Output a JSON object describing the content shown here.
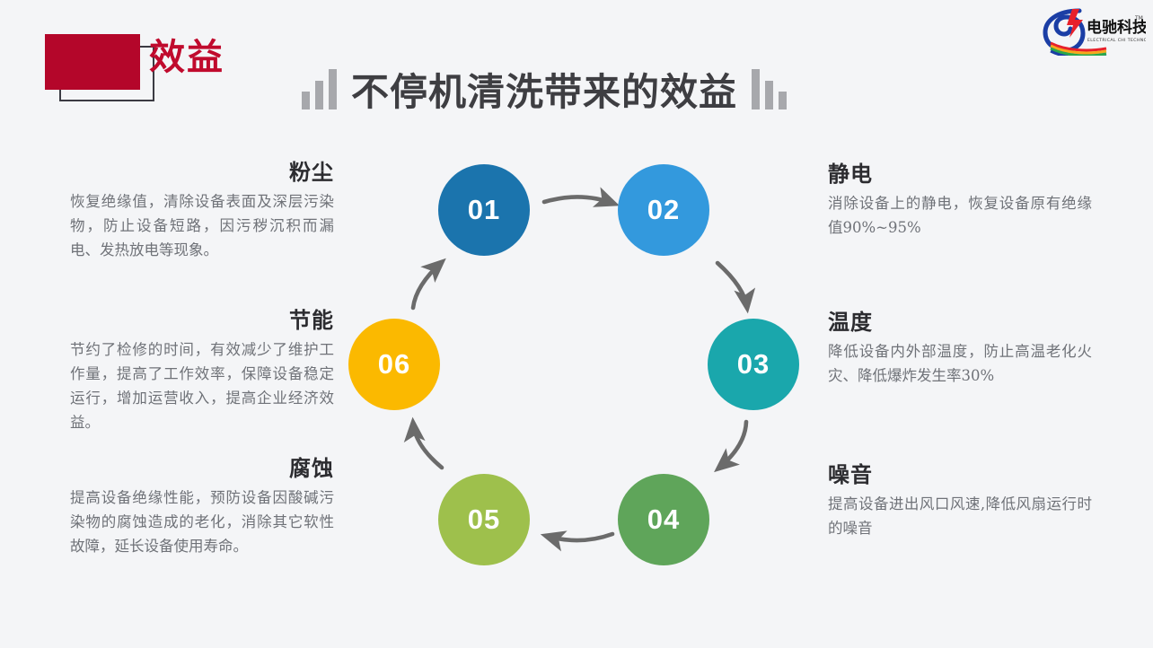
{
  "slide": {
    "background_color": "#f4f5f7",
    "badge": {
      "label": "效益",
      "fill_color": "#b4062a",
      "label_color": "#c00a2d"
    },
    "title": "不停机清洗带来的效益",
    "title_color": "#3e3e42",
    "decoration_left": "ascending-bars-icon",
    "decoration_right": "descending-bars-icon"
  },
  "logo": {
    "name": "dianchi-technology-logo",
    "company_cn": "电驰科技",
    "company_en": "ELECTRICAL CHI TECHNOLOGY",
    "trademark": "TM"
  },
  "cycle": {
    "nodes": [
      {
        "number": "01",
        "color": "#1b74ad",
        "topic": "粉尘"
      },
      {
        "number": "02",
        "color": "#3399dd",
        "topic": "静电"
      },
      {
        "number": "03",
        "color": "#1aa7ac",
        "topic": "温度"
      },
      {
        "number": "04",
        "color": "#5fa55a",
        "topic": "噪音"
      },
      {
        "number": "05",
        "color": "#9ec04c",
        "topic": "腐蚀"
      },
      {
        "number": "06",
        "color": "#fbb900",
        "topic": "节能"
      }
    ],
    "arrow_color": "#6b6b6b",
    "direction": "clockwise"
  },
  "blocks": {
    "dust": {
      "heading": "粉尘",
      "body": "恢复绝缘值，清除设备表面及深层污染物，防止设备短路，因污秽沉积而漏电、发热放电等现象。"
    },
    "energy": {
      "heading": "节能",
      "body": "节约了检修的时间，有效减少了维护工作量，提高了工作效率，保障设备稳定运行，增加运营收入，提高企业经济效益。"
    },
    "corrosion": {
      "heading": "腐蚀",
      "body": "提高设备绝缘性能，预防设备因酸碱污染物的腐蚀造成的老化，消除其它软性故障，延长设备使用寿命。"
    },
    "static": {
      "heading": "静电",
      "body": "消除设备上的静电，恢复设备原有绝缘值90%~95%"
    },
    "temperature": {
      "heading": "温度",
      "body": "降低设备内外部温度，防止高温老化火灾、降低爆炸发生率30%"
    },
    "noise": {
      "heading": "噪音",
      "body": "提高设备进出风口风速,降低风扇运行时的噪音"
    }
  }
}
